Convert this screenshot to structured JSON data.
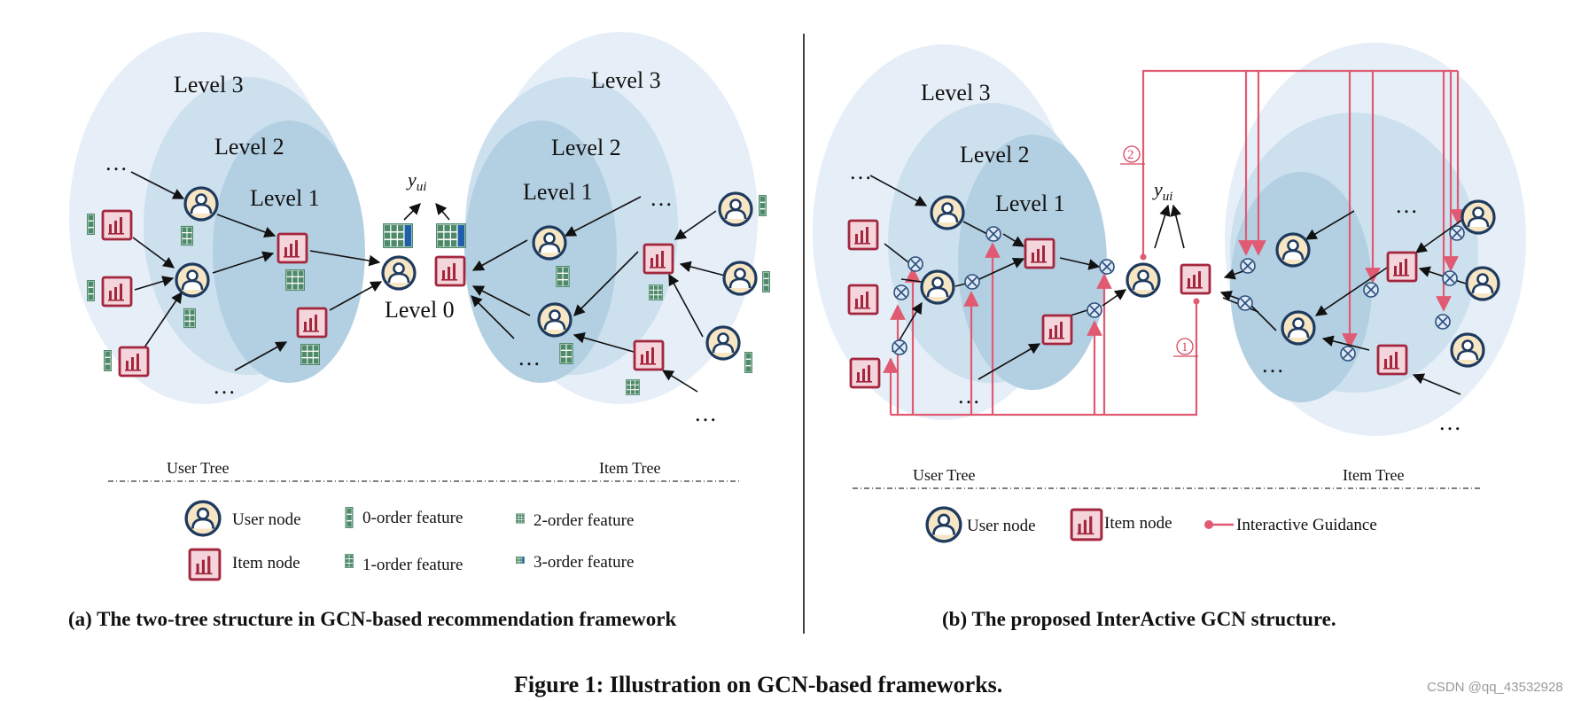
{
  "panel_a": {
    "levels": [
      "Level 3",
      "Level 2",
      "Level 1",
      "Level 0"
    ],
    "user_tree": "User Tree",
    "item_tree": "Item Tree",
    "y_label": "y",
    "y_sub": "ui",
    "ellipsis": "…",
    "legend": {
      "user_node": "User node",
      "item_node": "Item node",
      "order0": "0-order feature",
      "order1": "1-order feature",
      "order2": "2-order feature",
      "order3": "3-order feature"
    },
    "caption": "(a) The two-tree structure in GCN-based recommendation framework"
  },
  "panel_b": {
    "levels": [
      "Level 3",
      "Level 2",
      "Level 1"
    ],
    "user_tree": "User Tree",
    "item_tree": "Item Tree",
    "y_label": "y",
    "y_sub": "ui",
    "ellipsis": "…",
    "marker1": "1",
    "marker2": "2",
    "legend": {
      "user_node": "User node",
      "item_node": "Item node",
      "guidance": "Interactive Guidance"
    },
    "caption": "(b) The proposed InterActive GCN structure."
  },
  "figure_caption": "Figure 1: Illustration on GCN-based frameworks.",
  "watermark": "CSDN @qq_43532928",
  "colors": {
    "ellipse_outer": "#e6eff8",
    "ellipse_mid": "#cde0ee",
    "ellipse_inner": "#b3d0e3",
    "user_stroke": "#1e3a5f",
    "user_fill": "#f7e6c4",
    "item_fill": "#f3d5db",
    "item_stroke": "#a3263d",
    "feature_green": "#4e8a6a",
    "feature_blue": "#1f5ea8",
    "guidance": "#e05a72"
  }
}
